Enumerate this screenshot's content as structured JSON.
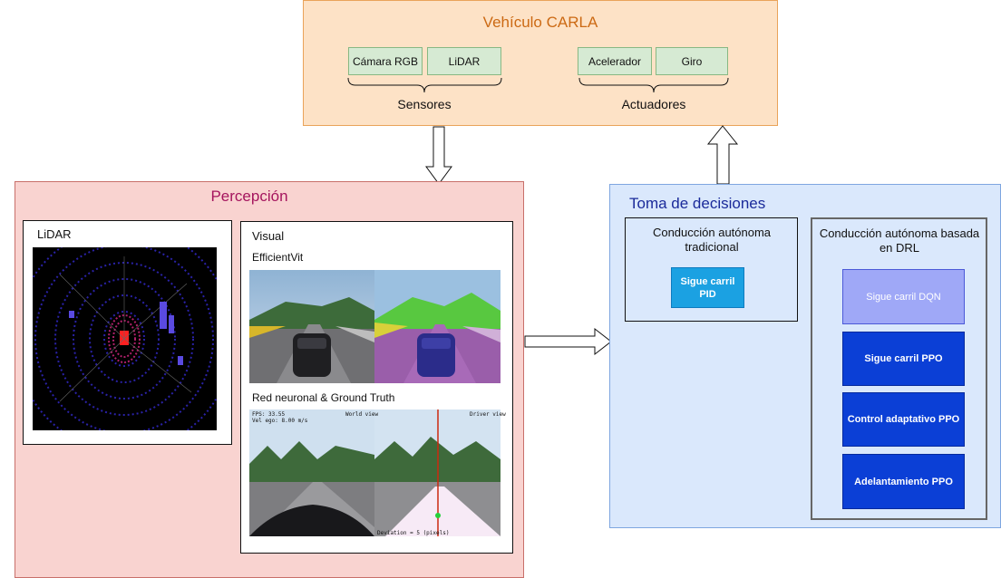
{
  "vehicle": {
    "title": "Vehículo CARLA",
    "sensors_label": "Sensores",
    "actuators_label": "Actuadores",
    "sensors": [
      "Cámara RGB",
      "LiDAR"
    ],
    "actuators": [
      "Acelerador",
      "Giro"
    ]
  },
  "perception": {
    "title": "Percepción",
    "lidar_title": "LiDAR",
    "visual_title": "Visual",
    "efficientvit_label": "EfficientVit",
    "nn_label": "Red neuronal & Ground Truth",
    "hud": {
      "fps": "FPS: 33.55",
      "speed": "Vel ego: 8.00 m/s",
      "world_view": "World view",
      "driver_view": "Driver view",
      "deviation": "Deviation = 5 (pixels)"
    }
  },
  "decisions": {
    "title": "Toma de decisiones",
    "traditional_title": "Conducción autónoma tradicional",
    "pid_label": "Sigue carril PID",
    "drl_title": "Conducción autónoma basada en DRL",
    "drl_items": [
      "Sigue carril DQN",
      "Sigue carril PPO",
      "Control adaptativo PPO",
      "Adelantamiento PPO"
    ]
  },
  "colors": {
    "vehicle_bg": "#fde2c6",
    "perception_bg": "#f9d3d0",
    "decisions_bg": "#dae8fc",
    "pid_button": "#1ba1e2",
    "dqn_button": "#9fa8f7",
    "ppo_button": "#0b3fd6"
  }
}
